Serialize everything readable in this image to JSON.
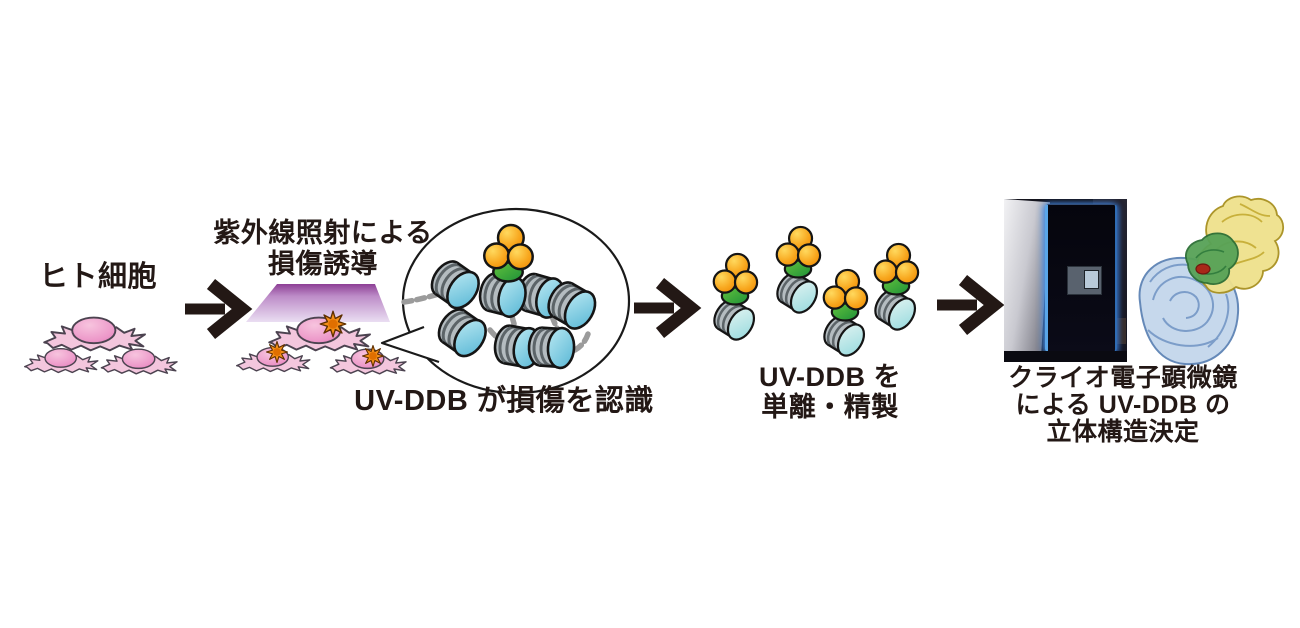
{
  "figure": {
    "type": "scientific-workflow-diagram",
    "steps": {
      "cells": {
        "label": "ヒト細胞"
      },
      "uv": {
        "label_line1": "紫外線照射による",
        "label_line2": "損傷誘導"
      },
      "recognition": {
        "label": "UV-DDB が損傷を認識"
      },
      "purification": {
        "label_line1": "UV-DDB を",
        "label_line2": "単離・精製"
      },
      "cryoem": {
        "label_line1": "クライオ電子顕微鏡",
        "label_line2": "による UV-DDB の",
        "label_line3": "立体構造決定"
      }
    },
    "icons": {
      "human_cell": "human-cell-icon",
      "uv_beam": "uv-beam-icon",
      "damage_star": "damage-star-icon",
      "magnifier_bubble": "magnifier-bubble-icon",
      "nucleosome": "nucleosome-icon",
      "uv_ddb_complex": "uv-ddb-complex-icon",
      "arrow": "arrow-right-icon",
      "cryo_em_photo": "cryo-em-microscope-photo",
      "structure_model": "cryo-em-density-map-icon"
    },
    "colors": {
      "text": "#231815",
      "arrow": "#231815",
      "ddb1_orange": "#f6a11d",
      "ddb2_green": "#2f9e38",
      "nucleosome_face_blue": "#7cc6de",
      "nucleosome_rim_gray": "#b4bcc0",
      "dna_gray": "#9b9b9b",
      "cell_pink": "#f3c6dd",
      "nucleus_pink": "#e389c1",
      "damage_orange": "#f07c00",
      "beam_purple_top": "#8d3f95",
      "beam_purple_bottom": "#e9ddf1",
      "photo_glow_blue": "#5aa6e8",
      "model_yellow": "#efe18c",
      "model_green": "#57a257",
      "model_blue": "#bcd1ea",
      "model_red": "#a82818"
    }
  }
}
